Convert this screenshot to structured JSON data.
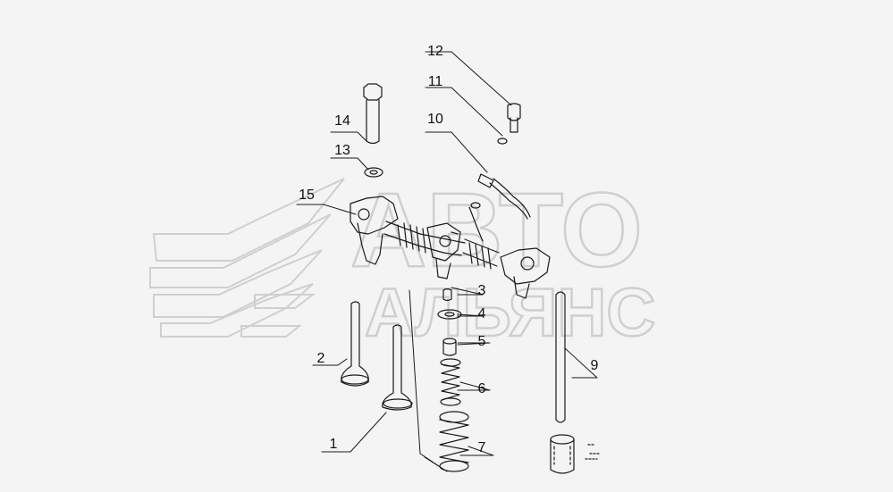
{
  "callouts": [
    {
      "number": "1"
    },
    {
      "number": "2"
    },
    {
      "number": "3"
    },
    {
      "number": "4"
    },
    {
      "number": "5"
    },
    {
      "number": "6"
    },
    {
      "number": "7"
    },
    {
      "number": "9"
    },
    {
      "number": "10"
    },
    {
      "number": "11"
    },
    {
      "number": "12"
    },
    {
      "number": "13"
    },
    {
      "number": "14"
    },
    {
      "number": "15"
    }
  ],
  "watermark": {
    "line1": "АВТО",
    "line2": "АЛЬЯНС"
  },
  "colors": {
    "background": "#f4f4f4",
    "stroke": "#1a1a1a",
    "watermark": "#d9d9d9"
  }
}
